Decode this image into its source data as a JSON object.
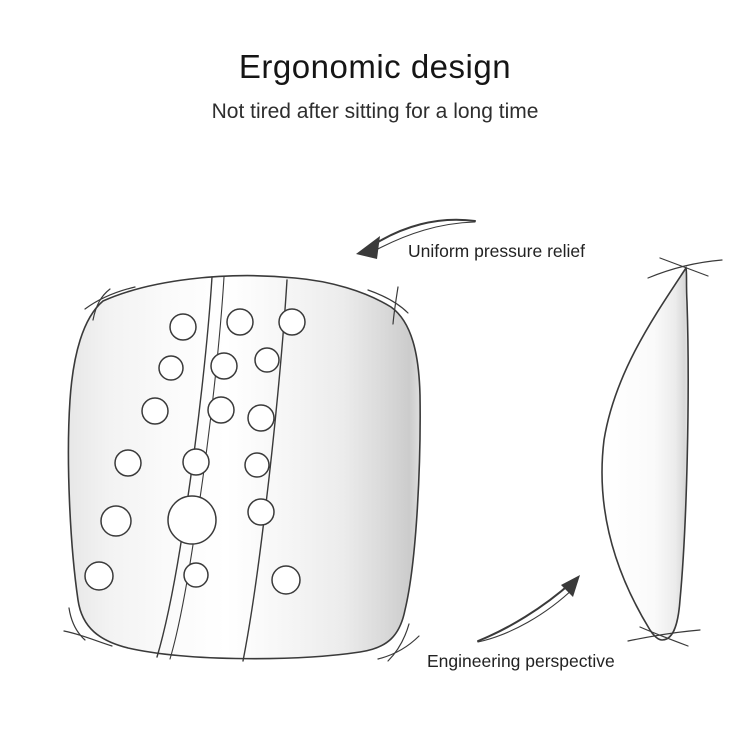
{
  "title": "Ergonomic design",
  "subtitle": "Not tired after sitting for a long time",
  "annotations": {
    "pressure": {
      "label": "Uniform pressure relief"
    },
    "perspective": {
      "label": "Engineering perspective"
    }
  },
  "illustration": {
    "front_view": "lumbar support cushion front sketch",
    "side_view": "lumbar support cushion side profile sketch",
    "ventilation_hole_count": 18
  },
  "colors": {
    "background": "#ffffff",
    "line": "#3a3a3a",
    "text": "#1f1f1f",
    "shade_light": "#f6f6f6",
    "shade_dark": "#d3d3d3"
  }
}
